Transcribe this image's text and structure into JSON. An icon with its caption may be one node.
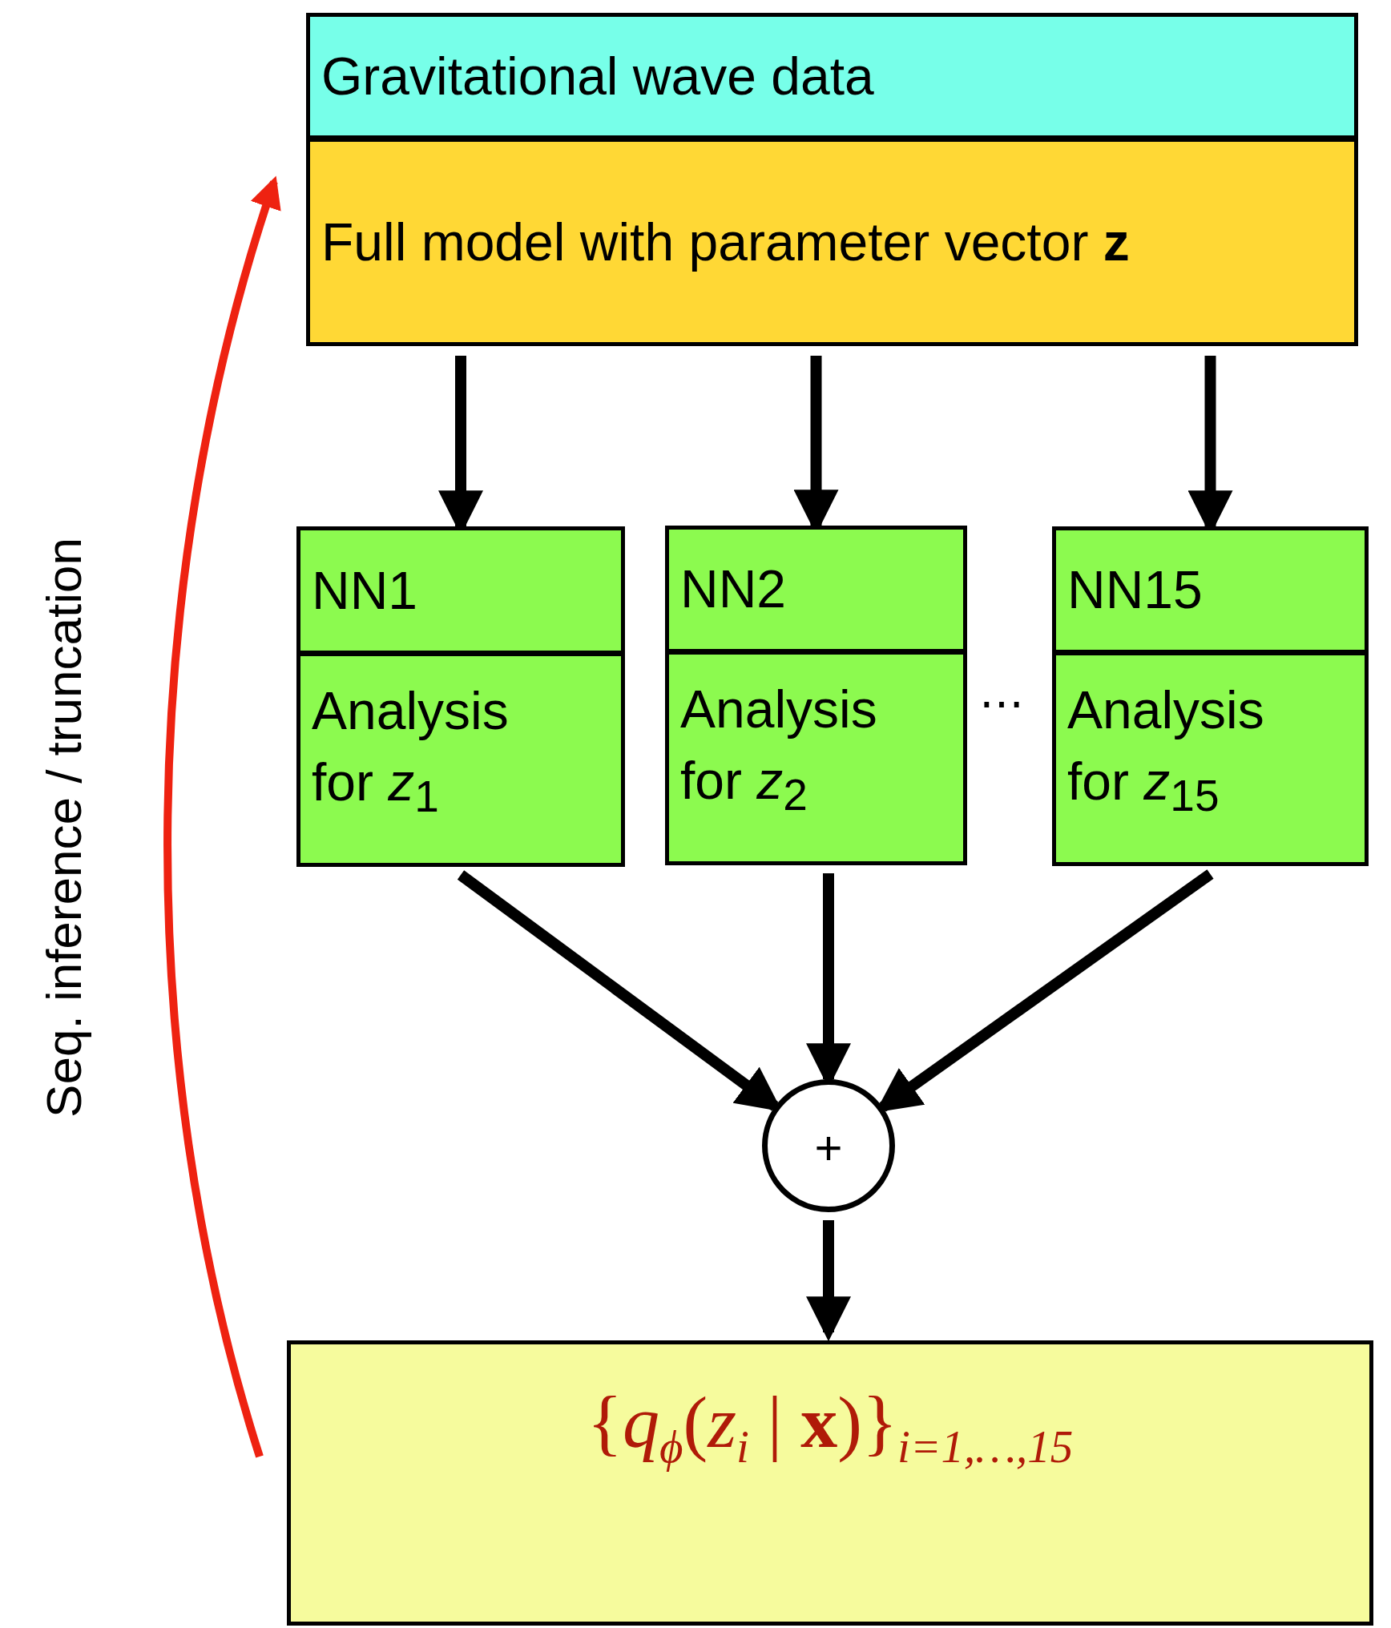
{
  "diagram": {
    "nodes": [
      {
        "text": [
          "Gravitational wave data"
        ]
      },
      {
        "text": [
          "Full model with parameter vector **z**"
        ]
      },
      {
        "text": [
          "NN1"
        ]
      },
      {
        "text": [
          "Analysis for *z*$_{1}$"
        ]
      },
      {
        "text": [
          "NN2"
        ]
      },
      {
        "text": [
          "Analysis for *z*$_{2}$"
        ]
      },
      {
        "text": [
          "NN15"
        ]
      },
      {
        "text": [
          "Analysis for *z*$_{15}$"
        ]
      },
      {
        "text": [
          "+"
        ]
      },
      {
        "text": [
          "{*q*$_{ϕ}$(*z*$_{i}$ | **x**)}$_{i=1,…,15}$"
        ]
      }
    ],
    "edges": [
      {
        "from": 1,
        "to": 2,
        "arrow": "to"
      },
      {
        "from": 1,
        "to": 4,
        "arrow": "to"
      },
      {
        "from": 1,
        "to": 6,
        "arrow": "to"
      },
      {
        "from": 3,
        "to": 8,
        "arrow": "to"
      },
      {
        "from": 5,
        "to": 8,
        "arrow": "to"
      },
      {
        "from": 7,
        "to": 8,
        "arrow": "to"
      },
      {
        "from": 8,
        "to": 9,
        "arrow": "to"
      },
      {
        "from": 9,
        "to": 1,
        "arrow": "to",
        "label": "Seq. inference / truncation",
        "color": "#ee2211"
      }
    ],
    "labels": [
      "⋯"
    ]
  }
}
